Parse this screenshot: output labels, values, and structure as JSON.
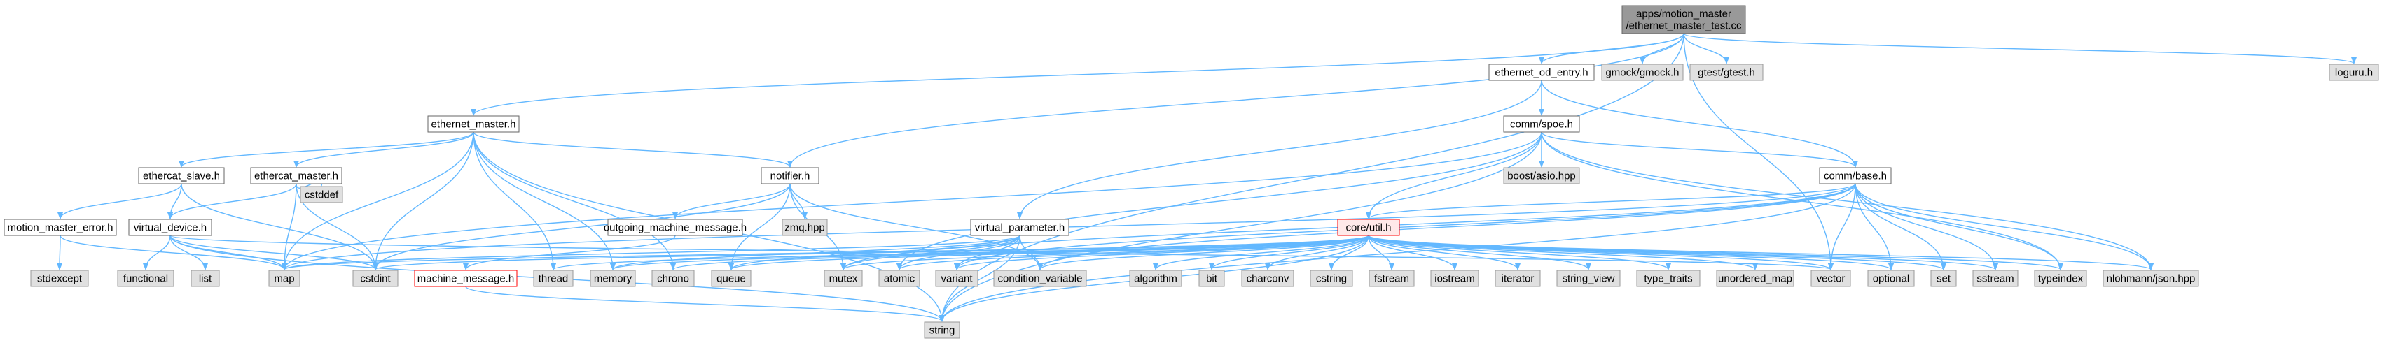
{
  "diagram": {
    "title_lines": [
      "apps/motion_master",
      "/ethernet_master_test.cc"
    ],
    "colors": {
      "edge": "#63b8ff",
      "node_fill": "#ffffff",
      "node_border": "#666666",
      "external_fill": "#e0e0e0",
      "external_border": "#999999",
      "root_fill": "#999999",
      "root_border": "#666666",
      "missing_border": "#ff0000",
      "highlight_fill": "#ffe9e9"
    },
    "nodes": [
      {
        "id": "root",
        "label": "apps/motion_master\n/ethernet_master_test.cc",
        "kind": "root"
      },
      {
        "id": "ethernet_master_h",
        "label": "ethernet_master.h",
        "kind": "local"
      },
      {
        "id": "notifier_h",
        "label": "notifier.h",
        "kind": "local"
      },
      {
        "id": "ethernet_od_entry_h",
        "label": "ethernet_od_entry.h",
        "kind": "local"
      },
      {
        "id": "gmock",
        "label": "gmock/gmock.h",
        "kind": "external"
      },
      {
        "id": "gtest",
        "label": "gtest/gtest.h",
        "kind": "external"
      },
      {
        "id": "loguru",
        "label": "loguru.h",
        "kind": "external"
      },
      {
        "id": "comm_spoe_h",
        "label": "comm/spoe.h",
        "kind": "local"
      },
      {
        "id": "comm_base_h",
        "label": "comm/base.h",
        "kind": "local"
      },
      {
        "id": "boost_asio",
        "label": "boost/asio.hpp",
        "kind": "external"
      },
      {
        "id": "ethercat_slave_h",
        "label": "ethercat_slave.h",
        "kind": "local"
      },
      {
        "id": "ethercat_master_h",
        "label": "ethercat_master.h",
        "kind": "local"
      },
      {
        "id": "cstddef",
        "label": "cstddef",
        "kind": "external"
      },
      {
        "id": "zmq",
        "label": "zmq.hpp",
        "kind": "external"
      },
      {
        "id": "outgoing_h",
        "label": "outgoing_machine_message.h",
        "kind": "local"
      },
      {
        "id": "motion_master_error_h",
        "label": "motion_master_error.h",
        "kind": "local"
      },
      {
        "id": "virtual_device_h",
        "label": "virtual_device.h",
        "kind": "local"
      },
      {
        "id": "virtual_parameter_h",
        "label": "virtual_parameter.h",
        "kind": "local"
      },
      {
        "id": "core_util_h",
        "label": "core/util.h",
        "kind": "highlight"
      },
      {
        "id": "stdexcept",
        "label": "stdexcept",
        "kind": "external"
      },
      {
        "id": "functional",
        "label": "functional",
        "kind": "external"
      },
      {
        "id": "list",
        "label": "list",
        "kind": "external"
      },
      {
        "id": "map",
        "label": "map",
        "kind": "external"
      },
      {
        "id": "cstdint",
        "label": "cstdint",
        "kind": "external"
      },
      {
        "id": "machine_message_h",
        "label": "machine_message.h",
        "kind": "missing"
      },
      {
        "id": "thread",
        "label": "thread",
        "kind": "external"
      },
      {
        "id": "memory",
        "label": "memory",
        "kind": "external"
      },
      {
        "id": "chrono",
        "label": "chrono",
        "kind": "external"
      },
      {
        "id": "queue",
        "label": "queue",
        "kind": "external"
      },
      {
        "id": "mutex",
        "label": "mutex",
        "kind": "external"
      },
      {
        "id": "atomic",
        "label": "atomic",
        "kind": "external"
      },
      {
        "id": "variant",
        "label": "variant",
        "kind": "external"
      },
      {
        "id": "condition_variable",
        "label": "condition_variable",
        "kind": "external"
      },
      {
        "id": "algorithm",
        "label": "algorithm",
        "kind": "external"
      },
      {
        "id": "bit",
        "label": "bit",
        "kind": "external"
      },
      {
        "id": "charconv",
        "label": "charconv",
        "kind": "external"
      },
      {
        "id": "cstring",
        "label": "cstring",
        "kind": "external"
      },
      {
        "id": "fstream",
        "label": "fstream",
        "kind": "external"
      },
      {
        "id": "iostream",
        "label": "iostream",
        "kind": "external"
      },
      {
        "id": "iterator",
        "label": "iterator",
        "kind": "external"
      },
      {
        "id": "string_view",
        "label": "string_view",
        "kind": "external"
      },
      {
        "id": "type_traits",
        "label": "type_traits",
        "kind": "external"
      },
      {
        "id": "unordered_map",
        "label": "unordered_map",
        "kind": "external"
      },
      {
        "id": "vector",
        "label": "vector",
        "kind": "external"
      },
      {
        "id": "optional",
        "label": "optional",
        "kind": "external"
      },
      {
        "id": "set",
        "label": "set",
        "kind": "external"
      },
      {
        "id": "sstream",
        "label": "sstream",
        "kind": "external"
      },
      {
        "id": "typeindex",
        "label": "typeindex",
        "kind": "external"
      },
      {
        "id": "json",
        "label": "nlohmann/json.hpp",
        "kind": "external"
      },
      {
        "id": "string",
        "label": "string",
        "kind": "external"
      }
    ],
    "edges": [
      [
        "root",
        "ethernet_master_h"
      ],
      [
        "root",
        "notifier_h"
      ],
      [
        "root",
        "ethernet_od_entry_h"
      ],
      [
        "root",
        "gmock"
      ],
      [
        "root",
        "gtest"
      ],
      [
        "root",
        "loguru"
      ],
      [
        "root",
        "vector"
      ],
      [
        "root",
        "string"
      ],
      [
        "ethernet_od_entry_h",
        "comm_spoe_h"
      ],
      [
        "ethernet_od_entry_h",
        "comm_base_h"
      ],
      [
        "ethernet_od_entry_h",
        "virtual_parameter_h"
      ],
      [
        "ethernet_master_h",
        "ethercat_slave_h"
      ],
      [
        "ethernet_master_h",
        "ethercat_master_h"
      ],
      [
        "ethernet_master_h",
        "notifier_h"
      ],
      [
        "ethernet_master_h",
        "map"
      ],
      [
        "ethernet_master_h",
        "cstdint"
      ],
      [
        "ethernet_master_h",
        "memory"
      ],
      [
        "ethernet_master_h",
        "chrono"
      ],
      [
        "ethernet_master_h",
        "thread"
      ],
      [
        "ethernet_master_h",
        "string"
      ],
      [
        "notifier_h",
        "outgoing_h"
      ],
      [
        "notifier_h",
        "zmq"
      ],
      [
        "notifier_h",
        "mutex"
      ],
      [
        "notifier_h",
        "queue"
      ],
      [
        "notifier_h",
        "cstdint"
      ],
      [
        "notifier_h",
        "condition_variable"
      ],
      [
        "comm_spoe_h",
        "boost_asio"
      ],
      [
        "comm_spoe_h",
        "comm_base_h"
      ],
      [
        "comm_spoe_h",
        "core_util_h"
      ],
      [
        "comm_spoe_h",
        "json"
      ],
      [
        "comm_spoe_h",
        "map"
      ],
      [
        "comm_spoe_h",
        "atomic"
      ],
      [
        "comm_spoe_h",
        "typeindex"
      ],
      [
        "comm_spoe_h",
        "string"
      ],
      [
        "comm_base_h",
        "core_util_h"
      ],
      [
        "comm_base_h",
        "vector"
      ],
      [
        "comm_base_h",
        "optional"
      ],
      [
        "comm_base_h",
        "set"
      ],
      [
        "comm_base_h",
        "sstream"
      ],
      [
        "comm_base_h",
        "typeindex"
      ],
      [
        "comm_base_h",
        "json"
      ],
      [
        "comm_base_h",
        "string"
      ],
      [
        "comm_base_h",
        "map"
      ],
      [
        "comm_base_h",
        "variant"
      ],
      [
        "comm_base_h",
        "mutex"
      ],
      [
        "comm_base_h",
        "condition_variable"
      ],
      [
        "ethercat_slave_h",
        "motion_master_error_h"
      ],
      [
        "ethercat_slave_h",
        "virtual_device_h"
      ],
      [
        "ethercat_slave_h",
        "cstdint"
      ],
      [
        "ethercat_master_h",
        "virtual_device_h"
      ],
      [
        "ethercat_master_h",
        "cstddef"
      ],
      [
        "ethercat_master_h",
        "map"
      ],
      [
        "ethercat_master_h",
        "cstdint"
      ],
      [
        "motion_master_error_h",
        "stdexcept"
      ],
      [
        "motion_master_error_h",
        "map"
      ],
      [
        "virtual_device_h",
        "functional"
      ],
      [
        "virtual_device_h",
        "list"
      ],
      [
        "virtual_device_h",
        "map"
      ],
      [
        "virtual_device_h",
        "cstdint"
      ],
      [
        "virtual_device_h",
        "string"
      ],
      [
        "virtual_device_h",
        "vector"
      ],
      [
        "outgoing_h",
        "machine_message_h"
      ],
      [
        "machine_message_h",
        "string"
      ],
      [
        "virtual_parameter_h",
        "map"
      ],
      [
        "virtual_parameter_h",
        "memory"
      ],
      [
        "virtual_parameter_h",
        "mutex"
      ],
      [
        "virtual_parameter_h",
        "variant"
      ],
      [
        "virtual_parameter_h",
        "condition_variable"
      ],
      [
        "virtual_parameter_h",
        "atomic"
      ],
      [
        "virtual_parameter_h",
        "string"
      ],
      [
        "virtual_parameter_h",
        "queue"
      ],
      [
        "core_util_h",
        "algorithm"
      ],
      [
        "core_util_h",
        "bit"
      ],
      [
        "core_util_h",
        "charconv"
      ],
      [
        "core_util_h",
        "cstring"
      ],
      [
        "core_util_h",
        "fstream"
      ],
      [
        "core_util_h",
        "iostream"
      ],
      [
        "core_util_h",
        "iterator"
      ],
      [
        "core_util_h",
        "string_view"
      ],
      [
        "core_util_h",
        "type_traits"
      ],
      [
        "core_util_h",
        "unordered_map"
      ],
      [
        "core_util_h",
        "vector"
      ],
      [
        "core_util_h",
        "optional"
      ],
      [
        "core_util_h",
        "set"
      ],
      [
        "core_util_h",
        "sstream"
      ],
      [
        "core_util_h",
        "typeindex"
      ],
      [
        "core_util_h",
        "json"
      ],
      [
        "core_util_h",
        "string"
      ],
      [
        "core_util_h",
        "map"
      ],
      [
        "core_util_h",
        "cstdint"
      ],
      [
        "core_util_h",
        "chrono"
      ],
      [
        "core_util_h",
        "queue"
      ],
      [
        "core_util_h",
        "mutex"
      ],
      [
        "core_util_h",
        "atomic"
      ],
      [
        "core_util_h",
        "variant"
      ],
      [
        "core_util_h",
        "condition_variable"
      ],
      [
        "core_util_h",
        "memory"
      ],
      [
        "core_util_h",
        "thread"
      ]
    ]
  }
}
